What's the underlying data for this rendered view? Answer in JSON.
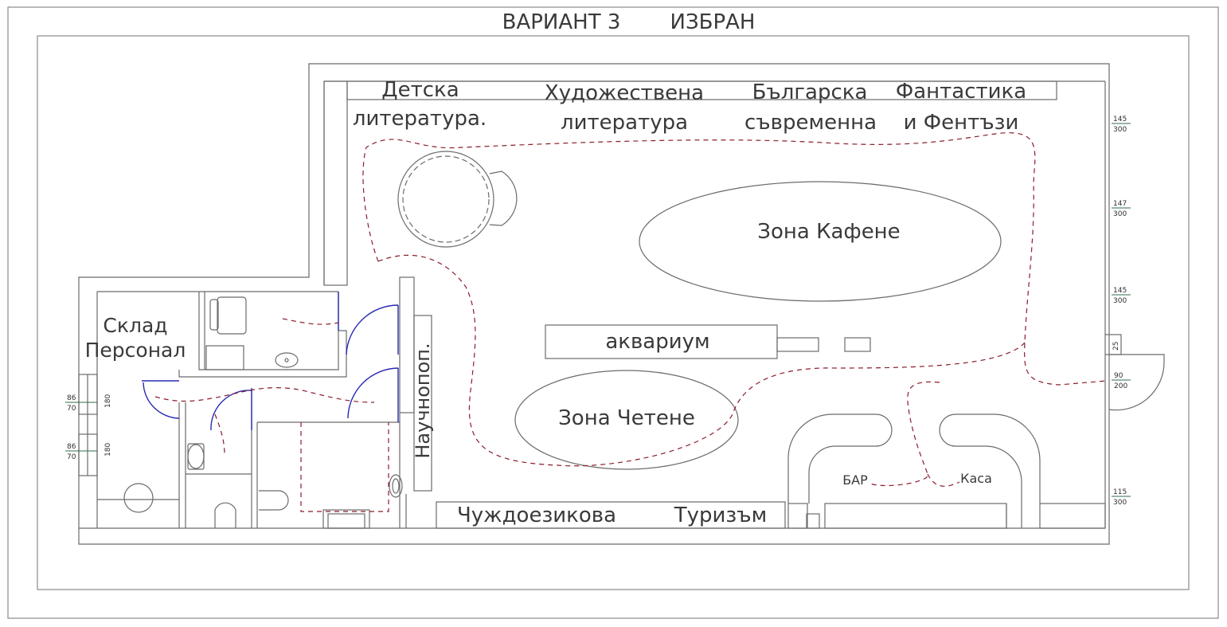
{
  "title": {
    "variant": "ВАРИАНТ 3",
    "status": "ИЗБРАН"
  },
  "shelves": {
    "kids_line1": "Детска",
    "kids_line2": "литература.",
    "fiction_line1": "Художествена",
    "fiction_line2": "литература",
    "bulgarian_line1": "Българска",
    "bulgarian_line2": "съвременна",
    "fantasy_line1": "Фантастика",
    "fantasy_line2": "и Фентъзи",
    "popsci": "Научнопоп.",
    "foreign": "Чуждоезикова",
    "tourism": "Туризъм"
  },
  "zones": {
    "cafe": "Зона Кафене",
    "reading": "Зона Четене",
    "aquarium": "аквариум",
    "bar": "БАР",
    "cashier": "Каса",
    "storage_line1": "Склад",
    "storage_line2": "Персонал"
  },
  "dimensions": {
    "w1_top": "145",
    "w1_bot": "300",
    "w2_top": "147",
    "w2_bot": "300",
    "w3_top": "145",
    "w3_bot": "300",
    "door_top": "90",
    "door_bot": "200",
    "w4_top": "115",
    "w4_bot": "300",
    "door_side": "25",
    "lw1_top": "86",
    "lw1_bot": "70",
    "lw1_side": "180",
    "lw2_top": "86",
    "lw2_bot": "70",
    "lw2_side": "180"
  },
  "colors": {
    "walls": "#6b6b6b",
    "doors": "#2a2ab5",
    "route": "#8b1c2c",
    "dimension_text": "#2f6b4a"
  }
}
